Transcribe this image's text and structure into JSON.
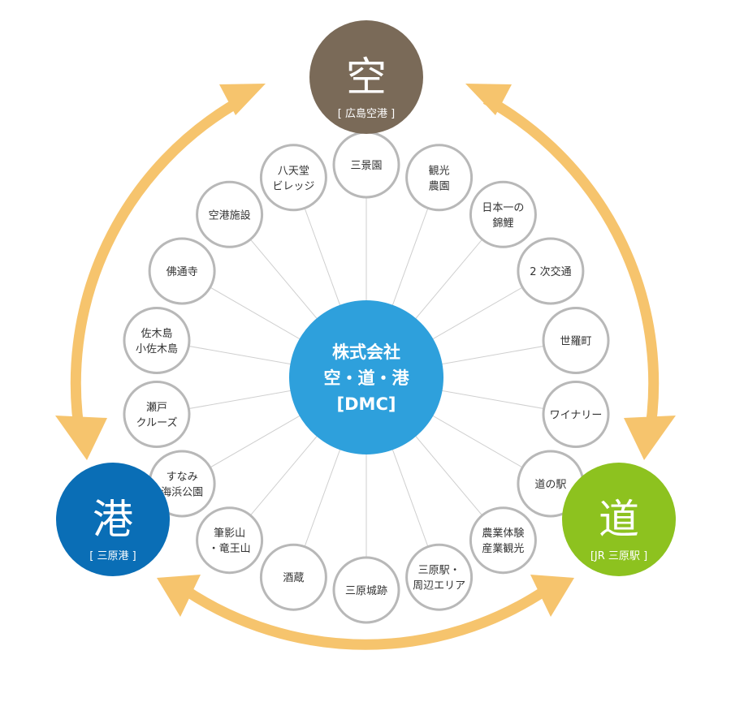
{
  "hubs": {
    "sky": {
      "char": "空",
      "sub": "[ 広島空港 ]",
      "color": "#7a6a58"
    },
    "road": {
      "char": "道",
      "sub": "[JR 三原駅 ]",
      "color": "#8dc21f"
    },
    "port": {
      "char": "港",
      "sub": "[ 三原港 ]",
      "color": "#0a6eb6"
    }
  },
  "center": {
    "lines": [
      "株式会社",
      "空・道・港",
      "[DMC]"
    ],
    "color": "#2ea0dc"
  },
  "nodes": [
    [
      "三景園"
    ],
    [
      "観光",
      "農園"
    ],
    [
      "日本一の",
      "錦鯉"
    ],
    [
      "2 次交通"
    ],
    [
      "世羅町"
    ],
    [
      "ワイナリー"
    ],
    [
      "道の駅"
    ],
    [
      "農業体験",
      "産業観光"
    ],
    [
      "三原駅・",
      "周辺エリア"
    ],
    [
      "三原城跡"
    ],
    [
      "酒蔵"
    ],
    [
      "筆影山",
      "・竜王山"
    ],
    [
      "すなみ",
      "海浜公園"
    ],
    [
      "瀬戸",
      "クルーズ"
    ],
    [
      "佐木島",
      "小佐木島"
    ],
    [
      "佛通寺"
    ],
    [
      "空港施設"
    ],
    [
      "八天堂",
      "ビレッジ"
    ]
  ],
  "colors": {
    "arrow": "#f6c46d",
    "node_border": "#b8b8b8",
    "spoke": "#cfcfcf"
  }
}
